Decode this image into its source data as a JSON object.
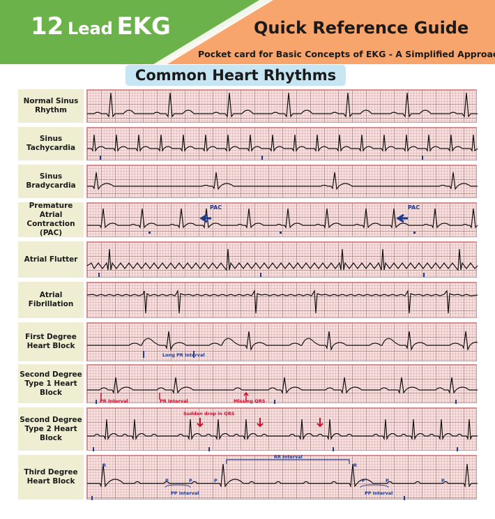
{
  "header": {
    "title_number": "12",
    "title_word": "Lead",
    "title_suffix": "EKG",
    "guide_title": "Quick Reference Guide",
    "subtitle": "Pocket card for Basic Concepts of EKG - A Simplified Approach"
  },
  "colors": {
    "banner_green": "#6cb24a",
    "banner_orange": "#f7a56c",
    "section_blue": "#c7e6f3",
    "label_bg": "#efeed2",
    "grid_pink": "#fbdede",
    "annotation_red": "#c8102e",
    "annotation_blue": "#1e3a8a"
  },
  "section_title": "Common Heart Rhythms",
  "rhythms": [
    {
      "label": "Normal Sinus Rhythm"
    },
    {
      "label": "Sinus Tachycardia"
    },
    {
      "label": "Sinus Bradycardia"
    },
    {
      "label": "Premature Atrial Contraction (PAC)",
      "annotations": [
        "PAC",
        "PAC"
      ]
    },
    {
      "label": "Atrial Flutter"
    },
    {
      "label": "Atrial Fibrillation"
    },
    {
      "label": "First Degree Heart Block",
      "annotations": [
        "Long PR interval"
      ]
    },
    {
      "label": "Second Degree Type 1 Heart Block",
      "annotations": [
        "PR Interval",
        "PR Interval",
        "Missing QRS"
      ]
    },
    {
      "label": "Second Degree Type 2 Heart Block",
      "annotations": [
        "Sudden drop in QRS"
      ]
    },
    {
      "label": "Third Degree Heart Block",
      "annotations": [
        "R",
        "R",
        "RR Interval",
        "P",
        "P",
        "P",
        "P",
        "P",
        "P",
        "PP Interval",
        "PP Interval"
      ]
    }
  ]
}
